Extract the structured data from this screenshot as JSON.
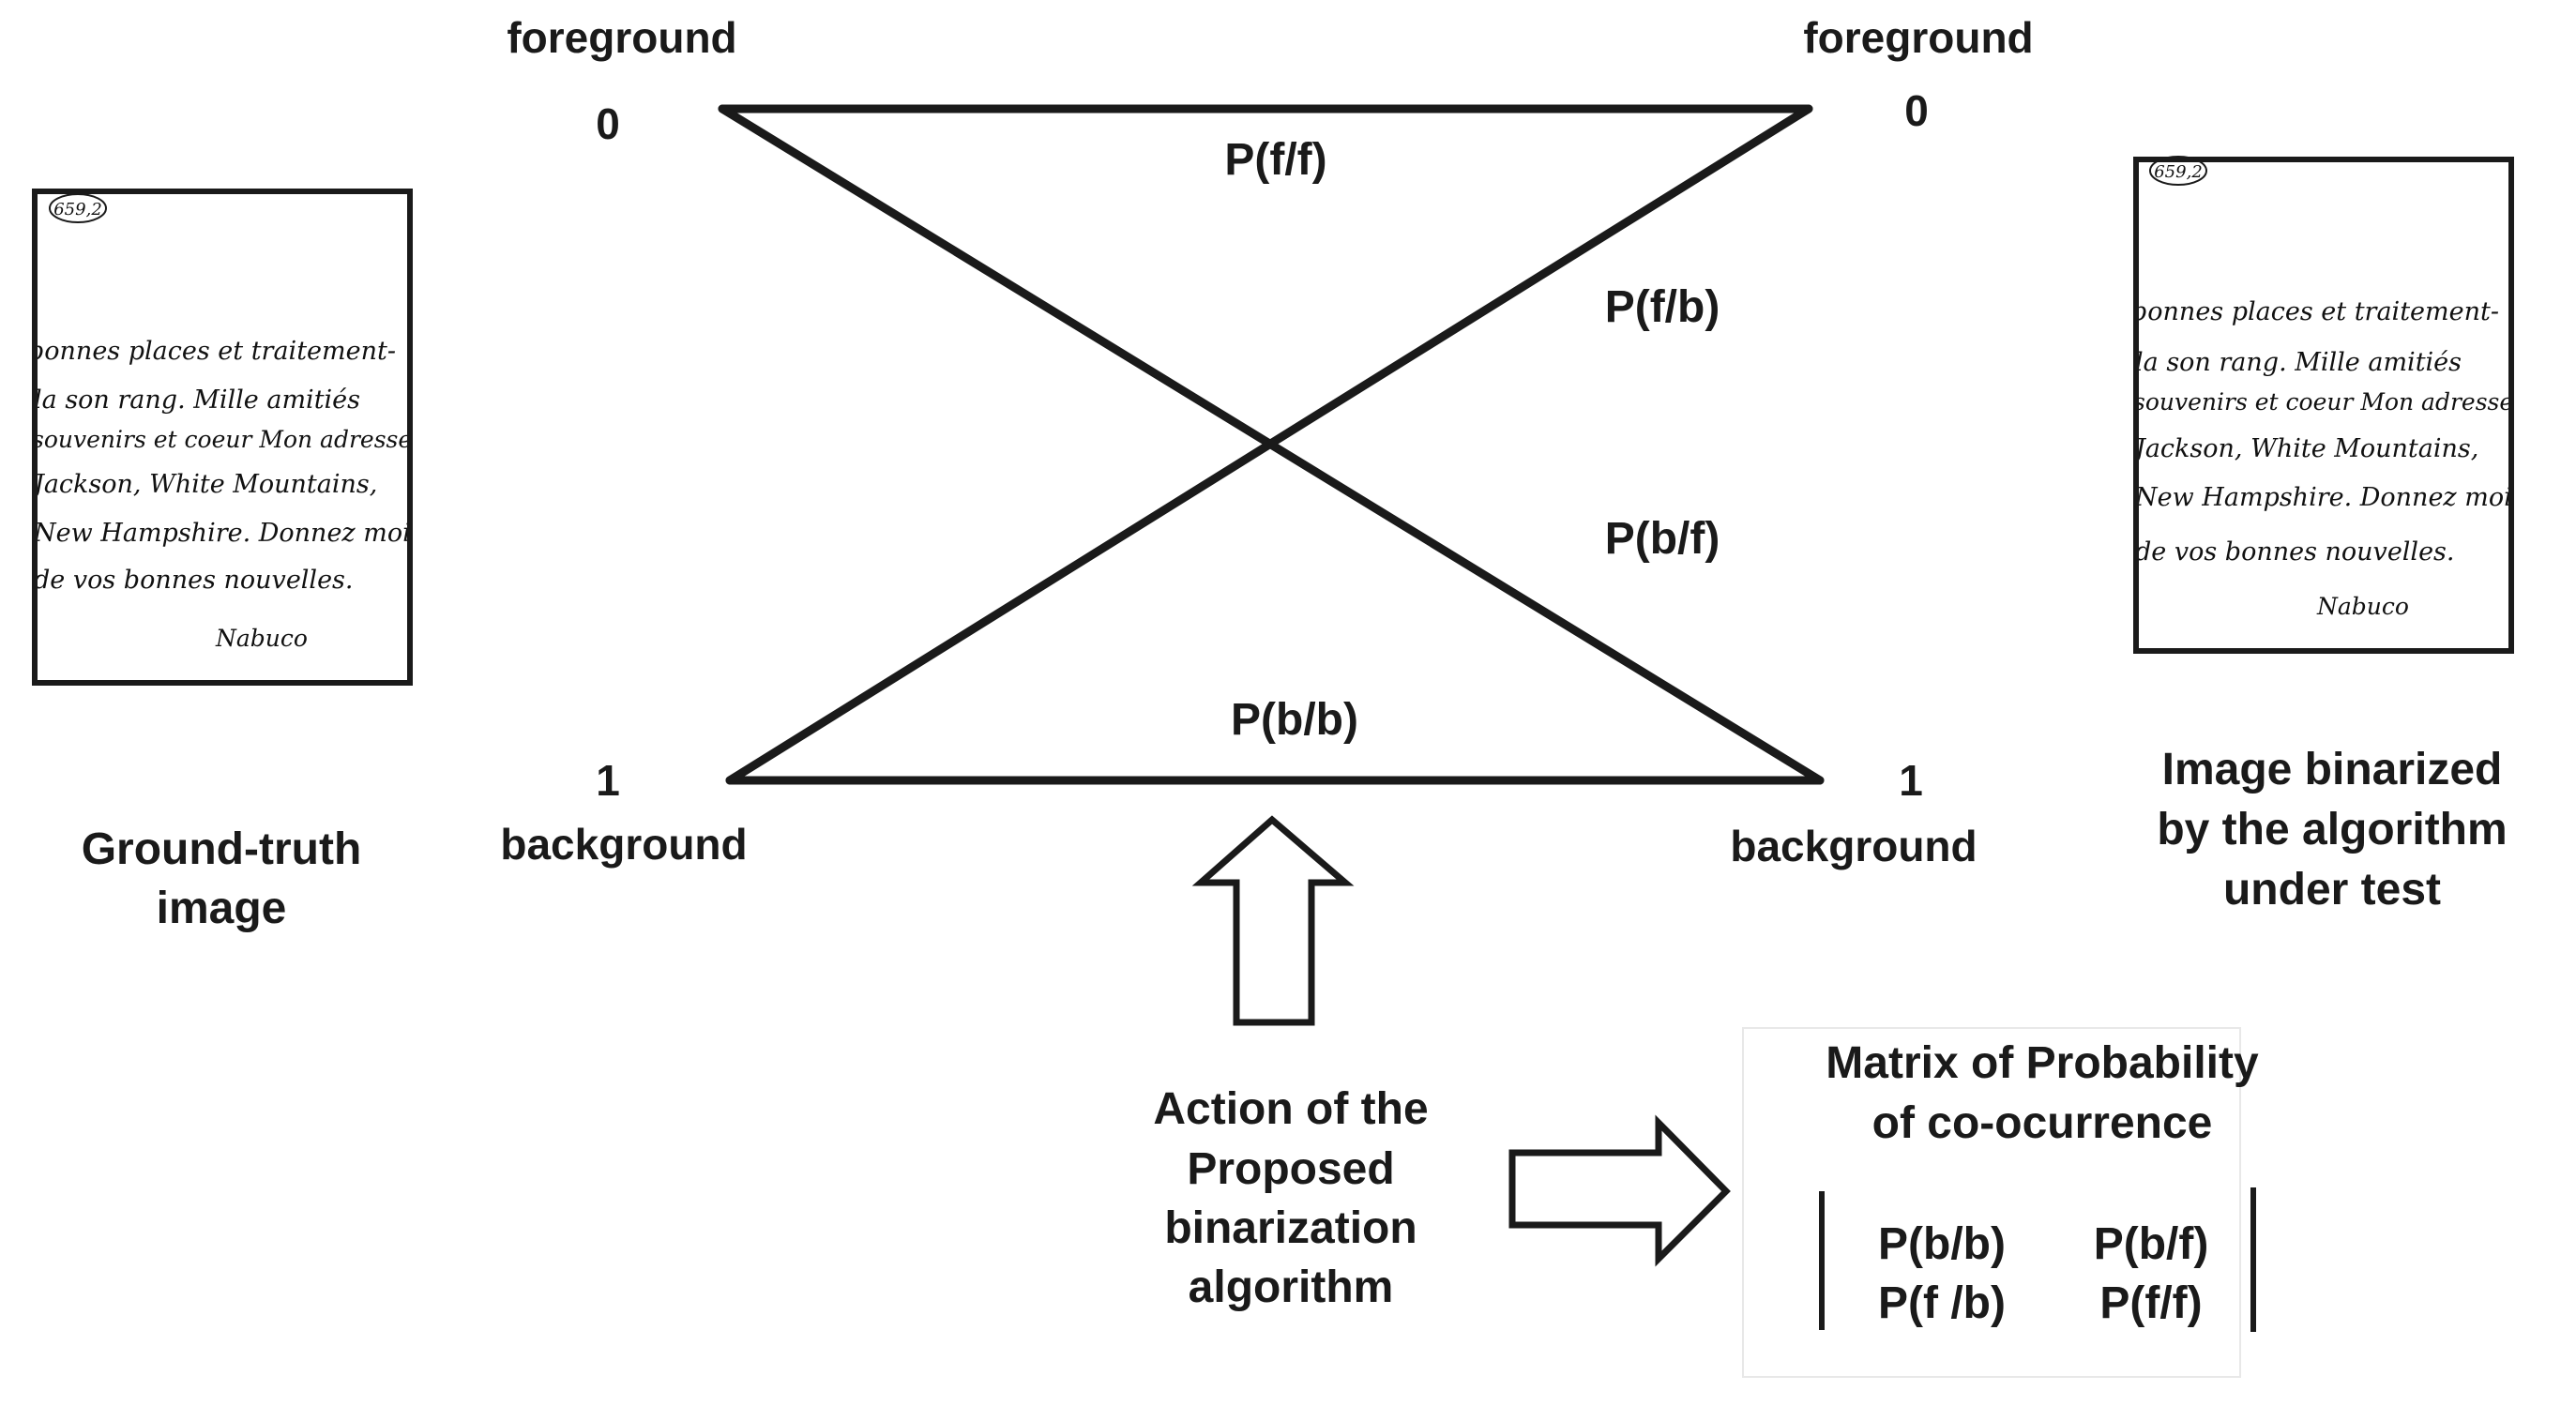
{
  "left_nodes": {
    "top_label": "foreground",
    "top_value": "0",
    "bottom_value": "1",
    "bottom_label": "background"
  },
  "right_nodes": {
    "top_label": "foreground",
    "top_value": "0",
    "bottom_value": "1",
    "bottom_label": "background"
  },
  "edges": {
    "ff": "P(f/f)",
    "fb": "P(f/b)",
    "bf": "P(b/f)",
    "bb": "P(b/b)"
  },
  "ground_truth": {
    "stamp": "659,2",
    "caption_lines": [
      "Ground-truth",
      "image"
    ],
    "text_lines": [
      "bonnes places et traitement-",
      "la son rang. Mille amitiés",
      "souvenirs et coeur Mon adresse",
      "Jackson, White Mountains,",
      "New Hampshire. Donnez moi",
      "de vos bonnes nouvelles.",
      "Nabuco"
    ]
  },
  "binarized": {
    "stamp": "659,2",
    "caption_lines": [
      "Image binarized",
      "by the algorithm",
      "under test"
    ],
    "text_lines": [
      "bonnes places et traitement-",
      "la son rang. Mille amitiés",
      "souvenirs et coeur Mon adresse",
      "Jackson, White Mountains,",
      "New Hampshire. Donnez moi",
      "de vos bonnes nouvelles.",
      "Nabuco"
    ]
  },
  "action": {
    "lines": [
      "Action of the",
      "Proposed",
      "binarization",
      "algorithm"
    ]
  },
  "matrix": {
    "title_lines": [
      "Matrix of Probability",
      "of co-ocurrence"
    ],
    "rows": [
      [
        "P(b/b)",
        "P(b/f)"
      ],
      [
        "P(f /b)",
        "P(f/f)"
      ]
    ]
  },
  "colors": {
    "ink": "#1a1a1a",
    "background": "#ffffff"
  }
}
